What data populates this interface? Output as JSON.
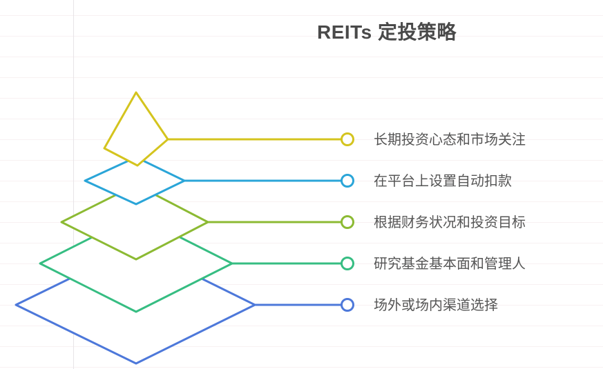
{
  "title": "REITs 定投策略",
  "diagram": {
    "type": "pyramid",
    "levels": [
      {
        "label": "长期投资心态和市场关注",
        "color": "#d4c41e"
      },
      {
        "label": "在平台上设置自动扣款",
        "color": "#2aa5d8"
      },
      {
        "label": "根据财务状况和投资目标",
        "color": "#8cba33"
      },
      {
        "label": "研究基金基本面和管理人",
        "color": "#36bd82"
      },
      {
        "label": "场外或场内渠道选择",
        "color": "#4d78da"
      }
    ]
  },
  "palette": {
    "title_text": "#494949",
    "label_text": "#555555",
    "horizontal_gridline": "#f8f1f2",
    "vertical_axis_line": "#e7e4e8",
    "shape_fill": "#ffffff"
  }
}
